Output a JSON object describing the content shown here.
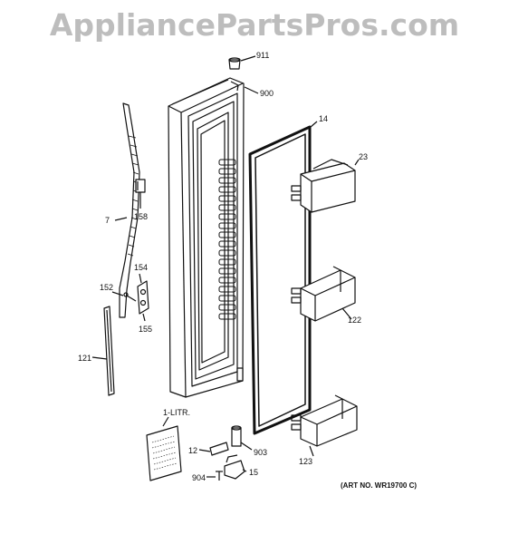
{
  "watermark": "AppliancePartsPros.com",
  "art_number": "(ART NO. WR19700 C)",
  "parts": [
    {
      "id": "911",
      "label": "911"
    },
    {
      "id": "900",
      "label": "900"
    },
    {
      "id": "14",
      "label": "14"
    },
    {
      "id": "23",
      "label": "23"
    },
    {
      "id": "7",
      "label": "7"
    },
    {
      "id": "158",
      "label": "158"
    },
    {
      "id": "154",
      "label": "154"
    },
    {
      "id": "152",
      "label": "152"
    },
    {
      "id": "155",
      "label": "155"
    },
    {
      "id": "122",
      "label": "122"
    },
    {
      "id": "121",
      "label": "121"
    },
    {
      "id": "1-litr",
      "label": "1-LITR."
    },
    {
      "id": "12",
      "label": "12"
    },
    {
      "id": "903",
      "label": "903"
    },
    {
      "id": "123",
      "label": "123"
    },
    {
      "id": "904",
      "label": "904"
    },
    {
      "id": "15",
      "label": "15"
    }
  ]
}
